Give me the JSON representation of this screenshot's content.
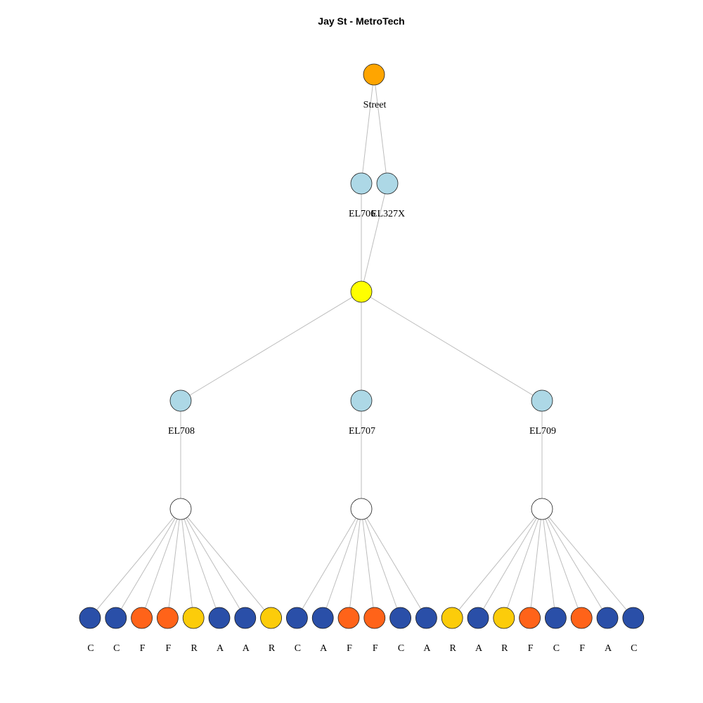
{
  "title": "Jay St - MetroTech",
  "colors": {
    "street": "#FFA500",
    "elevator": "#ADD8E6",
    "mezzanine": "#FFFF00",
    "platform": "#FFFFFF",
    "blue_line": "#2A4FA8",
    "orange_line": "#FF6319",
    "yellow_line": "#FCCC0A"
  },
  "nodes": {
    "street": {
      "label": "Street",
      "type": "street"
    },
    "el706": {
      "label": "EL706",
      "type": "elevator"
    },
    "el327x": {
      "label": "EL327X",
      "type": "elevator"
    },
    "mezzanine": {
      "label": "",
      "type": "mezzanine"
    },
    "el708": {
      "label": "EL708",
      "type": "elevator"
    },
    "el707": {
      "label": "EL707",
      "type": "elevator"
    },
    "el709": {
      "label": "EL709",
      "type": "elevator"
    },
    "platform_1": {
      "label": "",
      "type": "platform"
    },
    "platform_2": {
      "label": "",
      "type": "platform"
    },
    "platform_3": {
      "label": "",
      "type": "platform"
    }
  },
  "routes": {
    "platform_1": [
      {
        "label": "C",
        "line": "blue_line"
      },
      {
        "label": "C",
        "line": "blue_line"
      },
      {
        "label": "F",
        "line": "orange_line"
      },
      {
        "label": "F",
        "line": "orange_line"
      },
      {
        "label": "R",
        "line": "yellow_line"
      },
      {
        "label": "A",
        "line": "blue_line"
      },
      {
        "label": "A",
        "line": "blue_line"
      },
      {
        "label": "R",
        "line": "yellow_line"
      }
    ],
    "platform_2": [
      {
        "label": "C",
        "line": "blue_line"
      },
      {
        "label": "A",
        "line": "blue_line"
      },
      {
        "label": "F",
        "line": "orange_line"
      },
      {
        "label": "F",
        "line": "orange_line"
      },
      {
        "label": "C",
        "line": "blue_line"
      },
      {
        "label": "A",
        "line": "blue_line"
      }
    ],
    "platform_3": [
      {
        "label": "R",
        "line": "yellow_line"
      },
      {
        "label": "A",
        "line": "blue_line"
      },
      {
        "label": "R",
        "line": "yellow_line"
      },
      {
        "label": "F",
        "line": "orange_line"
      },
      {
        "label": "C",
        "line": "blue_line"
      },
      {
        "label": "F",
        "line": "orange_line"
      },
      {
        "label": "A",
        "line": "blue_line"
      },
      {
        "label": "C",
        "line": "blue_line"
      }
    ]
  },
  "edges": [
    [
      "street",
      "el706"
    ],
    [
      "street",
      "el327x"
    ],
    [
      "el706",
      "mezzanine"
    ],
    [
      "el327x",
      "mezzanine"
    ],
    [
      "mezzanine",
      "el708"
    ],
    [
      "mezzanine",
      "el707"
    ],
    [
      "mezzanine",
      "el709"
    ],
    [
      "el708",
      "platform_1"
    ],
    [
      "el707",
      "platform_2"
    ],
    [
      "el709",
      "platform_3"
    ]
  ]
}
